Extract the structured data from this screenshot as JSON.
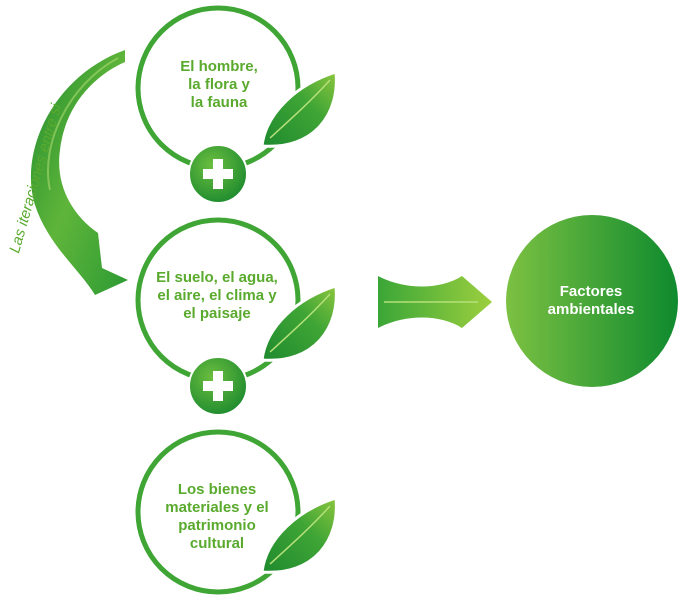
{
  "nodes": [
    {
      "id": "hombre",
      "lines": [
        "El hombre,",
        "la flora y",
        "la fauna"
      ]
    },
    {
      "id": "suelo",
      "lines": [
        "El suelo, el agua,",
        "el aire, el clima y",
        "el paisaje"
      ]
    },
    {
      "id": "bienes",
      "lines": [
        "Los bienes",
        "materiales y el",
        "patrimonio",
        "cultural"
      ]
    }
  ],
  "result": {
    "lines": [
      "Factores",
      "ambientales"
    ]
  },
  "side_label": "Las iteraciones entre si",
  "connectors": [
    "+",
    "+"
  ],
  "colors": {
    "green_light": "#8cc63f",
    "green": "#5aaa2e",
    "green_dark": "#1e8a2e"
  }
}
